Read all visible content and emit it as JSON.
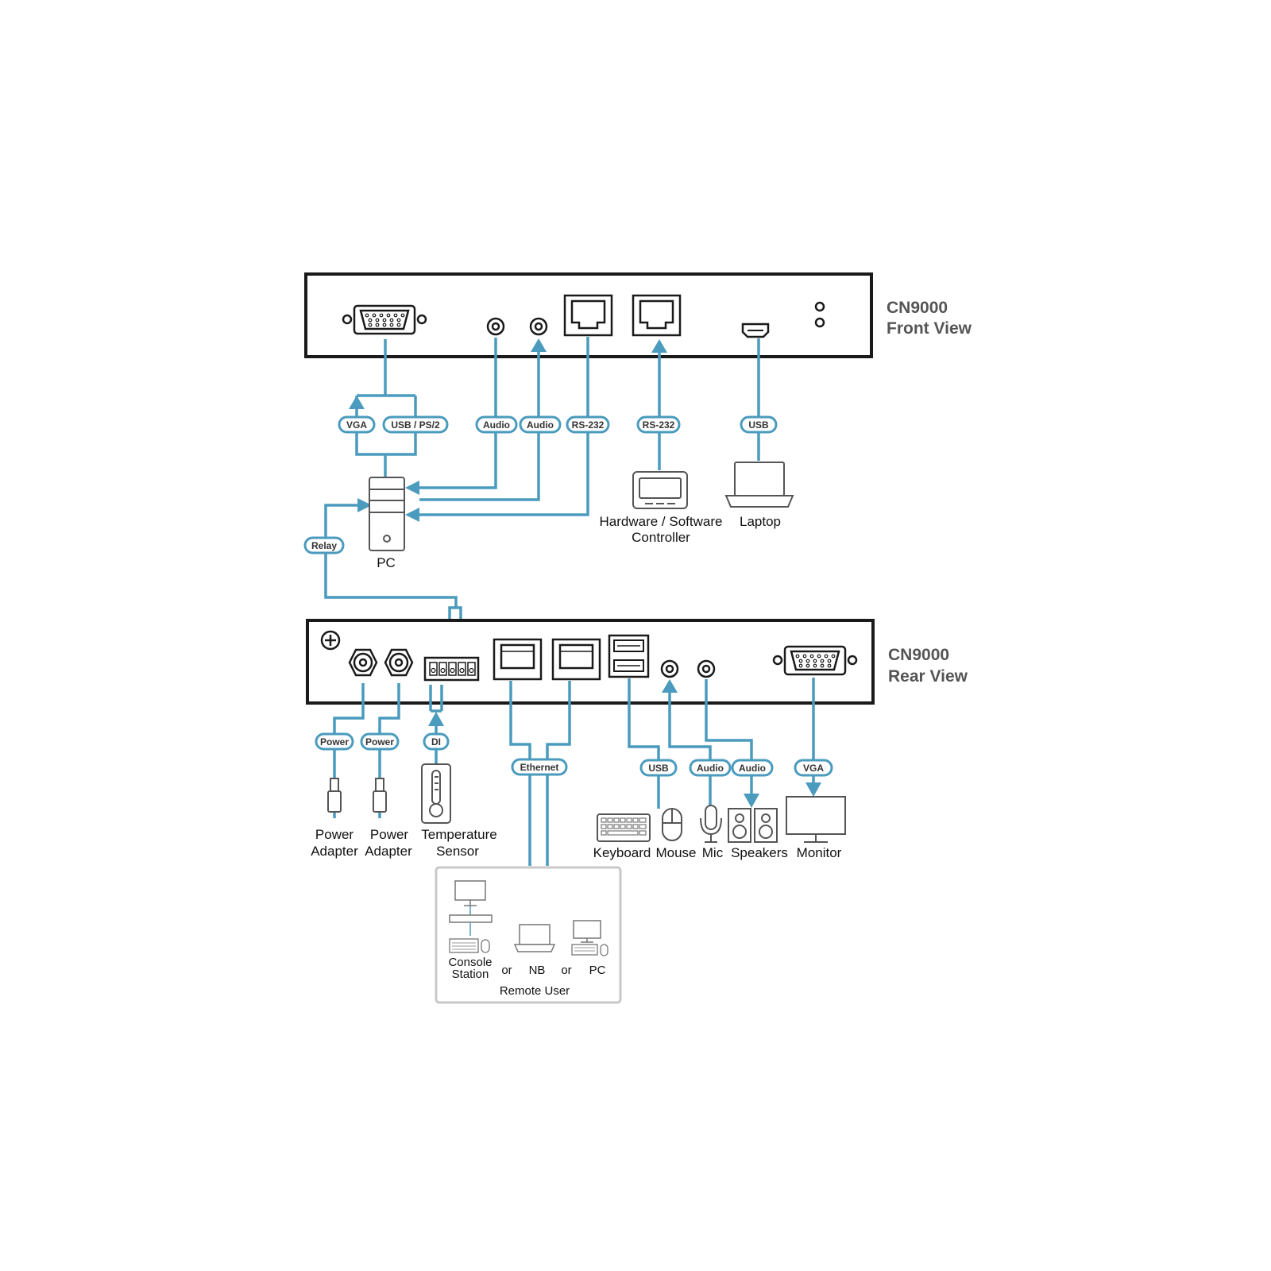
{
  "front": {
    "model": "CN9000",
    "view": "Front View"
  },
  "rear": {
    "model": "CN9000",
    "view": "Rear View"
  },
  "cables": {
    "vga": "VGA",
    "usb_ps2": "USB / PS/2",
    "audio": "Audio",
    "rs232": "RS-232",
    "usb": "USB",
    "relay": "Relay",
    "power": "Power",
    "di": "DI",
    "ethernet": "Ethernet"
  },
  "devices": {
    "pc": "PC",
    "controller_1": "Hardware / Software",
    "controller_2": "Controller",
    "laptop": "Laptop",
    "power_adapter_1": "Power",
    "power_adapter_2": "Adapter",
    "temp_sensor_1": "Temperature",
    "temp_sensor_2": "Sensor",
    "keyboard": "Keyboard",
    "mouse": "Mouse",
    "mic": "Mic",
    "speakers": "Speakers",
    "monitor": "Monitor"
  },
  "remote": {
    "console_1": "Console",
    "console_2": "Station",
    "or": "or",
    "nb": "NB",
    "pc": "PC",
    "title": "Remote User"
  }
}
